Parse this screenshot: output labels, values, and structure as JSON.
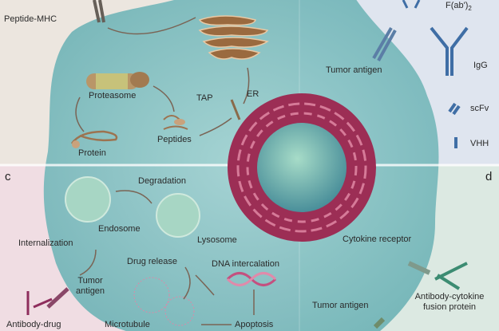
{
  "panels": {
    "c": "c",
    "d": "d"
  },
  "panel_a": {
    "peptide_mhc": "Peptide-MHC",
    "proteasome": "Proteasome",
    "protein": "Protein",
    "peptides": "Peptides",
    "tap": "TAP",
    "er": "ER"
  },
  "panel_b": {
    "tumor_antigen": "Tumor antigen",
    "fab2": "F(ab')",
    "fab2_sub": "2",
    "igg": "IgG",
    "scfv": "scFv",
    "vhh": "VHH"
  },
  "panel_c": {
    "degradation": "Degradation",
    "endosome": "Endosome",
    "lysosome": "Lysosome",
    "internalization": "Internalization",
    "drug_release": "Drug release",
    "dna_intercalation": "DNA intercalation",
    "tumor_antigen": "Tumor antigen",
    "microtubule": "Microtubule",
    "apoptosis": "Apoptosis",
    "antibody_drug": "Antibody-drug"
  },
  "panel_d": {
    "cytokine_receptor": "Cytokine receptor",
    "tumor_antigen": "Tumor antigen",
    "fusion_protein": "Antibody-cytokine fusion protein"
  },
  "colors": {
    "bg_a": "#ece6df",
    "bg_b": "#dfe5ef",
    "bg_c": "#f0dde3",
    "bg_d": "#dce9e2",
    "cell": "#7fbfc1",
    "er": "#a8365a"
  }
}
